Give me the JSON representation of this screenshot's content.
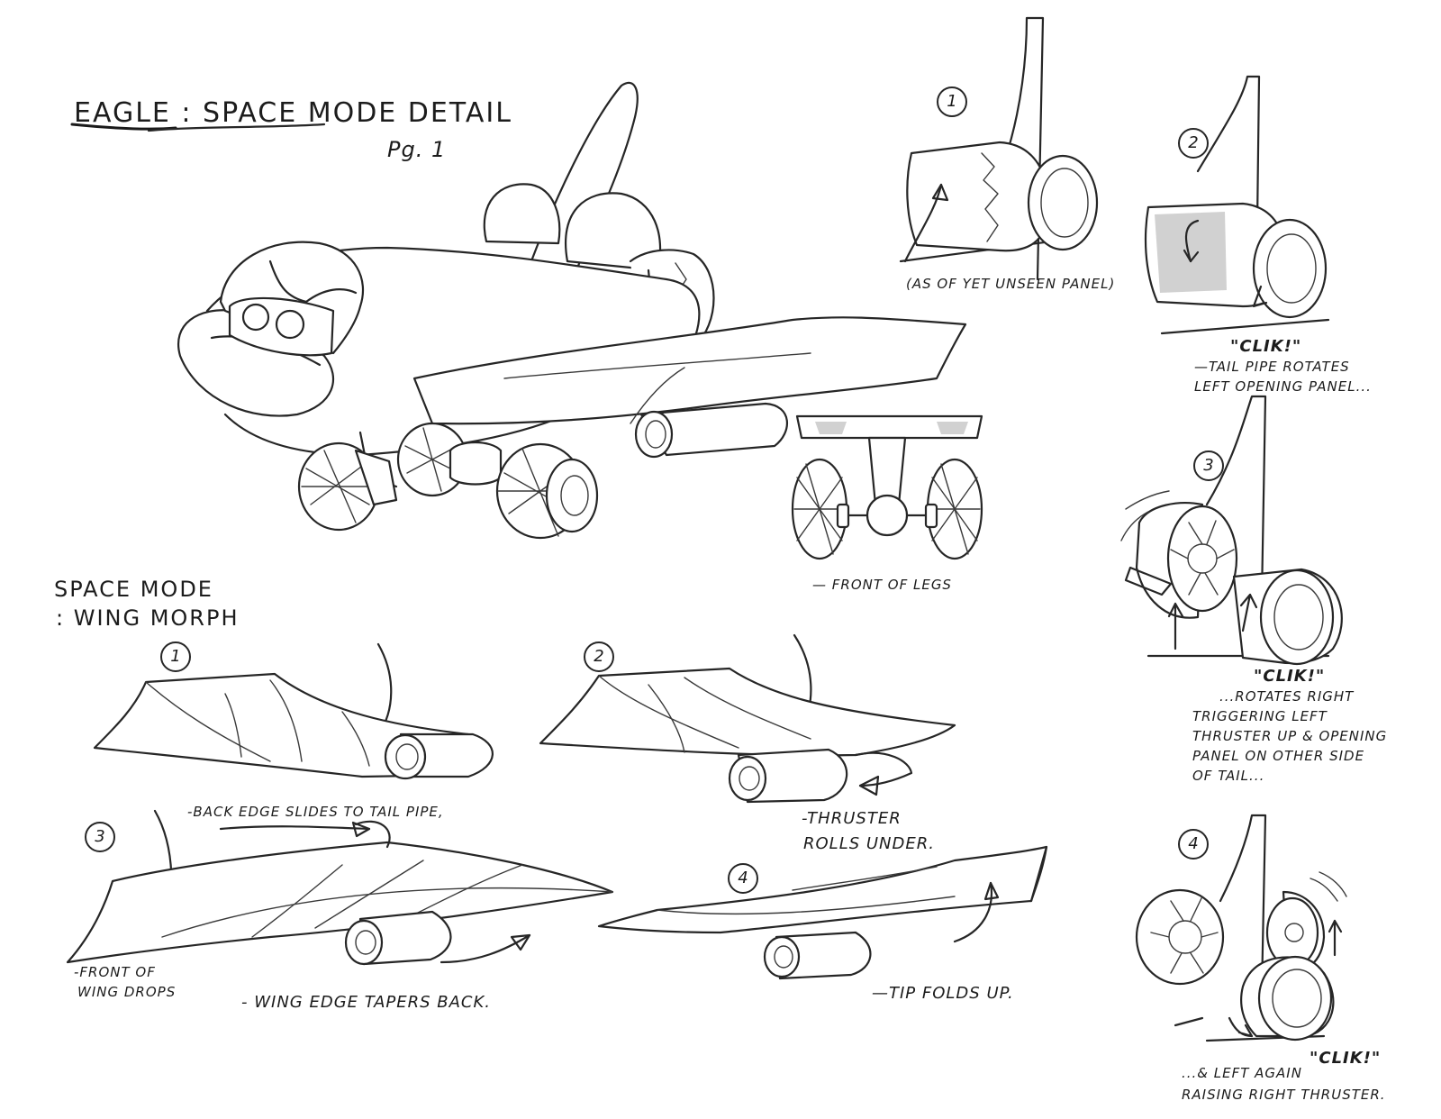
{
  "title": "EAGLE : SPACE MODE DETAIL",
  "page_label": "Pg. 1",
  "front_of_legs_label": "— FRONT OF LEGS",
  "wing_morph": {
    "heading_line1": "SPACE MODE",
    "heading_line2": ": WING MORPH",
    "steps": [
      {
        "number": "1"
      },
      {
        "number": "2",
        "note_line1": "-THRUSTER",
        "note_line2": "ROLLS UNDER."
      },
      {
        "number": "3",
        "note_top": "-BACK EDGE SLIDES TO TAIL PIPE,",
        "note_left_line1": "-FRONT OF",
        "note_left_line2": "WING DROPS",
        "note_bottom": "- WING EDGE TAPERS BACK."
      },
      {
        "number": "4",
        "note": "—TIP FOLDS UP."
      }
    ]
  },
  "tail_sequence": [
    {
      "number": "1",
      "note": "(AS OF YET UNSEEN PANEL)"
    },
    {
      "number": "2",
      "clik": "\"CLIK!\"",
      "note_lines": [
        "—TAIL PIPE ROTATES",
        "LEFT OPENING PANEL..."
      ]
    },
    {
      "number": "3",
      "clik": "\"CLIK!\"",
      "note_lines": [
        "...ROTATES RIGHT",
        "TRIGGERING LEFT",
        "THRUSTER UP & OPENING",
        "PANEL ON OTHER SIDE",
        "OF TAIL..."
      ]
    },
    {
      "number": "4",
      "clik": "\"CLIK!\"",
      "note_lines": [
        "...& LEFT AGAIN",
        "RAISING RIGHT THRUSTER."
      ]
    }
  ]
}
